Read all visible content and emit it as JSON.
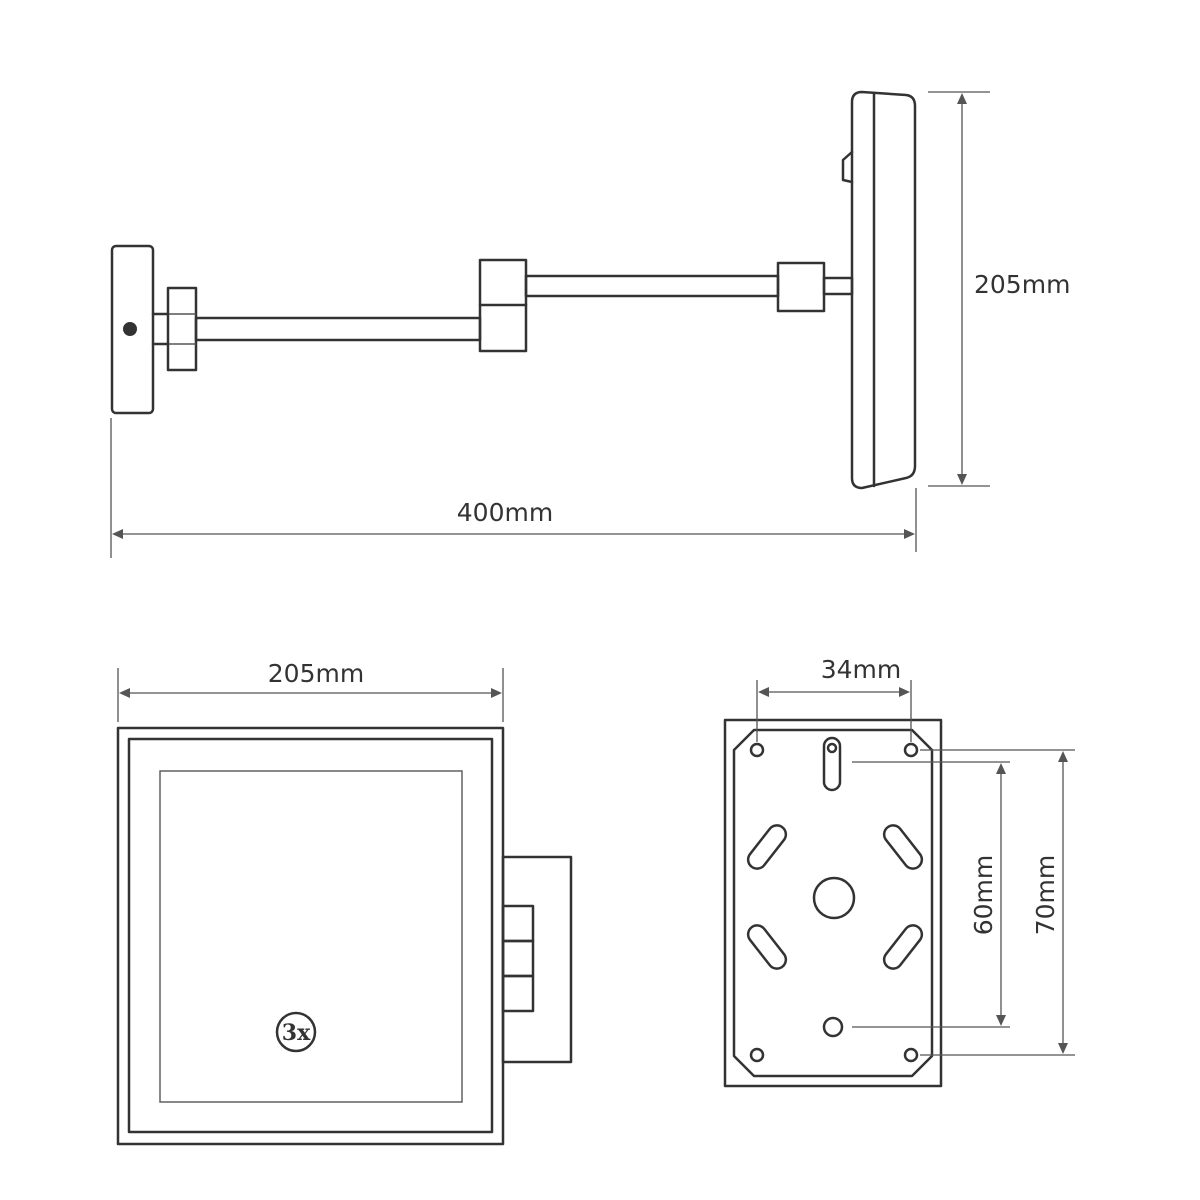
{
  "side_view": {
    "width_label": "400mm",
    "height_label": "205mm"
  },
  "front_view": {
    "width_label": "205mm",
    "magnification_label": "3x"
  },
  "mount_plate": {
    "hole_spacing_label": "34mm",
    "inner_height_label": "60mm",
    "outer_height_label": "70mm"
  },
  "colors": {
    "line": "#333333",
    "dimension": "#555555",
    "background": "#ffffff"
  }
}
